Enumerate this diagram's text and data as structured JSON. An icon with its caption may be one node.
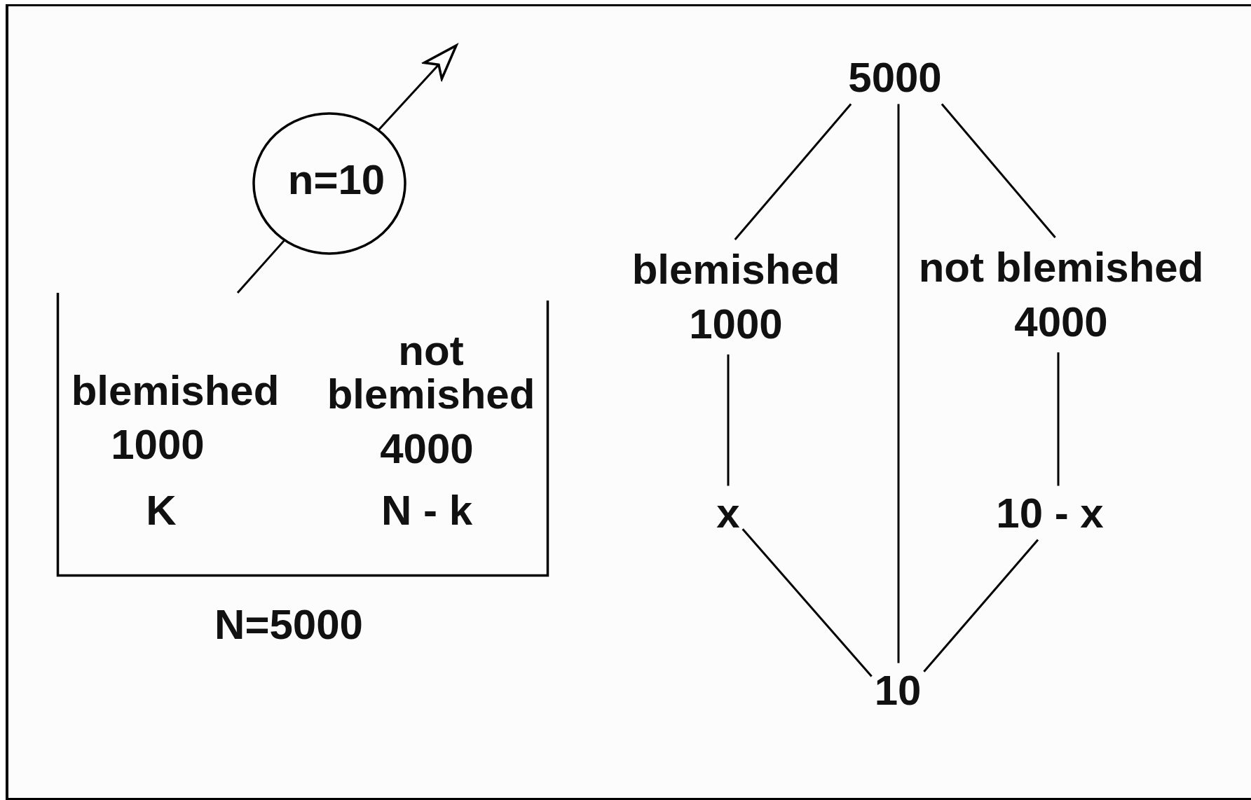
{
  "diagram": {
    "nodes": [
      {
        "text": [
          "blemished",
          "1000",
          "K",
          "not blemished",
          "4000",
          "N - k"
        ],
        "beside": [
          "N=5000"
        ]
      },
      {
        "text": [
          "n=10"
        ]
      },
      {
        "text": [
          "5000"
        ]
      },
      {
        "text": [
          "blemished",
          "1000"
        ]
      },
      {
        "text": [
          "not blemished",
          "4000"
        ]
      },
      {
        "text": [
          "x"
        ]
      },
      {
        "text": [
          "10 - x"
        ]
      },
      {
        "text": [
          "10"
        ]
      }
    ],
    "edges": [
      {
        "from": 0,
        "to": 1,
        "arrow": "none"
      },
      {
        "from": 1,
        "to": null,
        "arrow": "to"
      },
      {
        "from": 2,
        "to": 3,
        "arrow": "none"
      },
      {
        "from": 2,
        "to": 7,
        "arrow": "none"
      },
      {
        "from": 2,
        "to": 4,
        "arrow": "none"
      },
      {
        "from": 3,
        "to": 5,
        "arrow": "none"
      },
      {
        "from": 4,
        "to": 6,
        "arrow": "none"
      },
      {
        "from": 5,
        "to": 7,
        "arrow": "none"
      },
      {
        "from": 6,
        "to": 7,
        "arrow": "none"
      }
    ]
  }
}
